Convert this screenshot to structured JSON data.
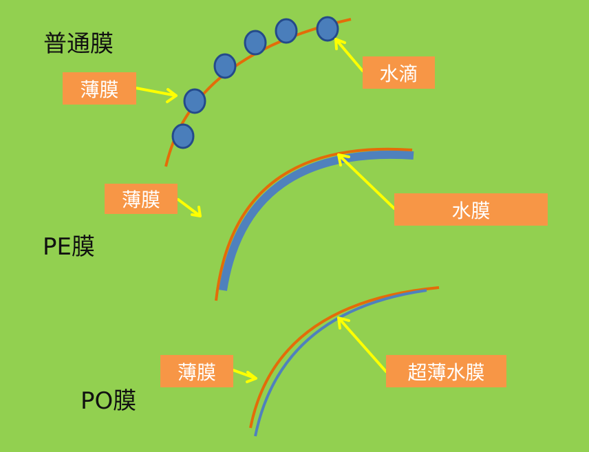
{
  "sections": {
    "normal": {
      "title": "普通膜",
      "film_label": "薄膜",
      "water_label": "水滴"
    },
    "pe": {
      "title": "PE膜",
      "film_label": "薄膜",
      "water_label": "水膜"
    },
    "po": {
      "title": "PO膜",
      "film_label": "薄膜",
      "water_label": "超薄水膜"
    }
  },
  "colors": {
    "background": "#92d050",
    "film": "#e36c09",
    "water": "#4f81bd",
    "droplet": "#4a7ebb",
    "droplet_outline": "#244a8a",
    "label_box": "#f79646",
    "arrow": "#ffff00"
  }
}
